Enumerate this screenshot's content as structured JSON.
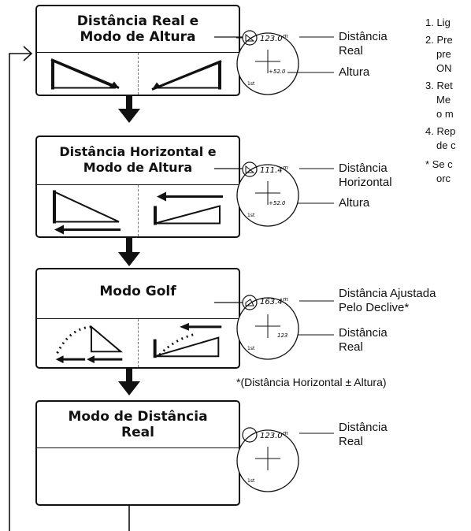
{
  "modes": [
    {
      "title_line1": "Distância Real e",
      "title_line2": "Modo de Altura",
      "display": {
        "main": "123.0",
        "unit": "m",
        "secondary": "+52.0",
        "indicator": "1st"
      },
      "label_primary_1": "Distância",
      "label_primary_2": "Real",
      "label_secondary": "Altura"
    },
    {
      "title_line1": "Distância Horizontal e",
      "title_line2": "Modo de Altura",
      "display": {
        "main": "111.4",
        "unit": "m",
        "secondary": "+52.0",
        "indicator": "1st"
      },
      "label_primary_1": "Distância",
      "label_primary_2": "Horizontal",
      "label_secondary": "Altura"
    },
    {
      "title_line1": "Modo Golf",
      "display": {
        "main": "163.4",
        "unit": "m",
        "secondary": "123",
        "indicator": "1st"
      },
      "label_primary_1": "Distância Ajustada",
      "label_primary_2": "Pelo Declive*",
      "label_secondary_1": "Distância",
      "label_secondary_2": "Real"
    },
    {
      "title_line1": "Modo de Distância",
      "title_line2": "Real",
      "display": {
        "main": "123.0",
        "unit": "m",
        "indicator": "1st"
      },
      "label_primary_1": "Distância",
      "label_primary_2": "Real"
    }
  ],
  "footnote": "*(Distância Horizontal ± Altura)",
  "instructions": [
    {
      "line1": "1. Lig"
    },
    {
      "line1": "2. Pre",
      "line2": "pre",
      "line3": "ON"
    },
    {
      "line1": "3. Ret",
      "line2": "Me",
      "line3": "o m"
    },
    {
      "line1": "4. Rep",
      "line2": "de c"
    }
  ],
  "note": {
    "line1": "* Se c",
    "line2": "orc"
  }
}
